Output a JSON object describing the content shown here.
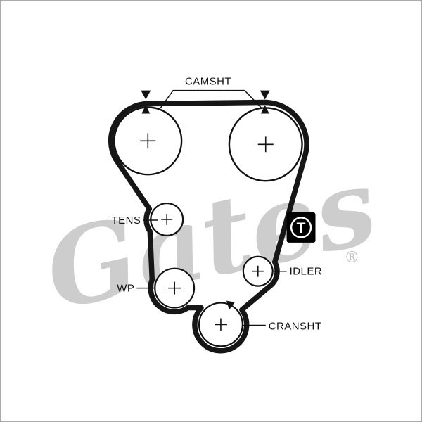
{
  "watermark": {
    "brand_script": "Gates",
    "registered_mark": "®",
    "color": "#cdcdcd"
  },
  "badge": {
    "letter": "T",
    "bg": "#000000",
    "fg": "#ffffff"
  },
  "labels": {
    "camshaft": "CAMSHT",
    "tensioner": "TENS",
    "water_pump": "WP",
    "idler": "IDLER",
    "crankshaft": "CRANSHT"
  },
  "colors": {
    "belt": "#161616",
    "line": "#111111",
    "background": "#ffffff",
    "border": "#aaaaaa"
  },
  "diagram": {
    "type": "timing-belt-routing",
    "pulleys": [
      {
        "name": "camshaft-left",
        "label_ref": "camshaft"
      },
      {
        "name": "camshaft-right",
        "label_ref": "camshaft"
      },
      {
        "name": "tensioner",
        "label_ref": "tensioner"
      },
      {
        "name": "water-pump",
        "label_ref": "water_pump"
      },
      {
        "name": "idler",
        "label_ref": "idler"
      },
      {
        "name": "crankshaft",
        "label_ref": "crankshaft"
      }
    ]
  }
}
